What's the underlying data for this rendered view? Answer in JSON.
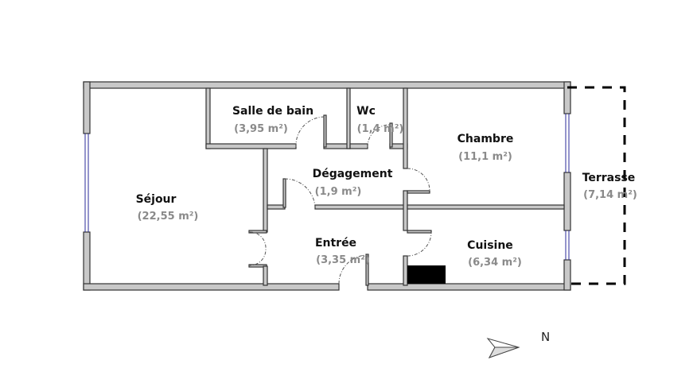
{
  "rooms": [
    {
      "name": "Séjour",
      "area": "(22,55 m²)"
    },
    {
      "name": "Salle de bain",
      "area": "(3,95 m²)"
    },
    {
      "name": "Wc",
      "area": "(1,4 m²)"
    },
    {
      "name": "Dégagement",
      "area": "(1,9 m²)"
    },
    {
      "name": "Entrée",
      "area": "(3,35 m²)"
    },
    {
      "name": "Chambre",
      "area": "(11,1 m²)"
    },
    {
      "name": "Cuisine",
      "area": "(6,34 m²)"
    },
    {
      "name": "Terrasse",
      "area": "(7,14 m²)"
    }
  ],
  "compass": {
    "label": "N",
    "icon": "north-arrow-icon"
  },
  "colors": {
    "wall": "#c8c8c8",
    "window": "#2b2b9a",
    "area_text": "#8a8a8a"
  }
}
